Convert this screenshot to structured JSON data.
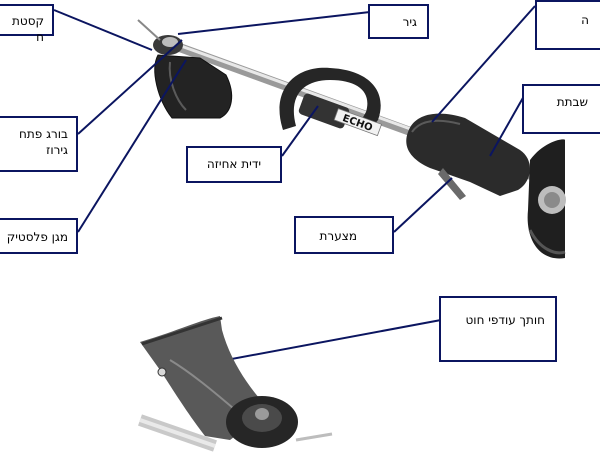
{
  "callouts": {
    "cassette": "קסטת ח",
    "gear": "גיר",
    "top_right": "ה",
    "right_mid": "שבתת",
    "bolt": [
      "בורג פתח",
      "גירוז"
    ],
    "handle": "ידית אחיזה",
    "guard": "מגן פלסטיק",
    "throttle": "מצערת",
    "cutter": "חותך עודפי חוט"
  },
  "product_logo": "ECHO",
  "colors": {
    "leader": "#0b1560",
    "box_border": "#0b1560",
    "tool_dark": "#2b2b2b"
  }
}
